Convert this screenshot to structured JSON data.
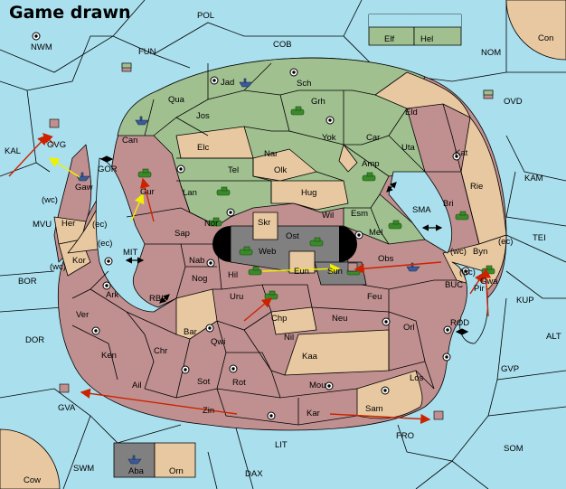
{
  "title": "Game drawn",
  "colors": {
    "sea": "#aadfee",
    "green_power": "#a0c090",
    "tan_power": "#e8c8a0",
    "red_power": "#c09090",
    "neutral": "#808080",
    "order_arrow": "#cc2200",
    "support_arrow": "#f0f000"
  },
  "regions": {
    "sea": [
      "NWM",
      "POL",
      "FUN",
      "COB",
      "NOM",
      "OVD",
      "KAL",
      "GOR",
      "MVU",
      "MIT",
      "BOR",
      "RBU",
      "DOR",
      "SMA",
      "TEI",
      "BUC",
      "KUP",
      "ROD",
      "ALT",
      "GVP",
      "FRO",
      "SOM",
      "LIT",
      "SWM",
      "DAX",
      "Con",
      "Cow"
    ],
    "land": [
      "Elf",
      "Hel",
      "Jad",
      "Sch",
      "Qua",
      "Grh",
      "Jos",
      "Eld",
      "Can",
      "Yok",
      "Car",
      "Elc",
      "Nar",
      "Uta",
      "Kat",
      "Tel",
      "Olk",
      "Amp",
      "Lan",
      "Hug",
      "Rie",
      "Gur",
      "Gaw",
      "Nor",
      "Skr",
      "Wil",
      "Esm",
      "Bri",
      "GVG",
      "Her",
      "Sap",
      "Ost",
      "Mel",
      "Web",
      "Byn",
      "Kor",
      "Nab",
      "Obs",
      "Hil",
      "Eun",
      "Sun",
      "Nog",
      "Gwa",
      "Pir",
      "Ark",
      "Uru",
      "Feu",
      "Chp",
      "Neu",
      "Ver",
      "Bar",
      "Orl",
      "Qwi",
      "Nil",
      "Ken",
      "Chr",
      "Kaa",
      "Los",
      "Sot",
      "Rot",
      "Mou",
      "Ail",
      "GVA",
      "Zin",
      "Kar",
      "Sam",
      "Aba",
      "Orn"
    ],
    "coast_tags": [
      "(wc)",
      "(ec)"
    ]
  }
}
